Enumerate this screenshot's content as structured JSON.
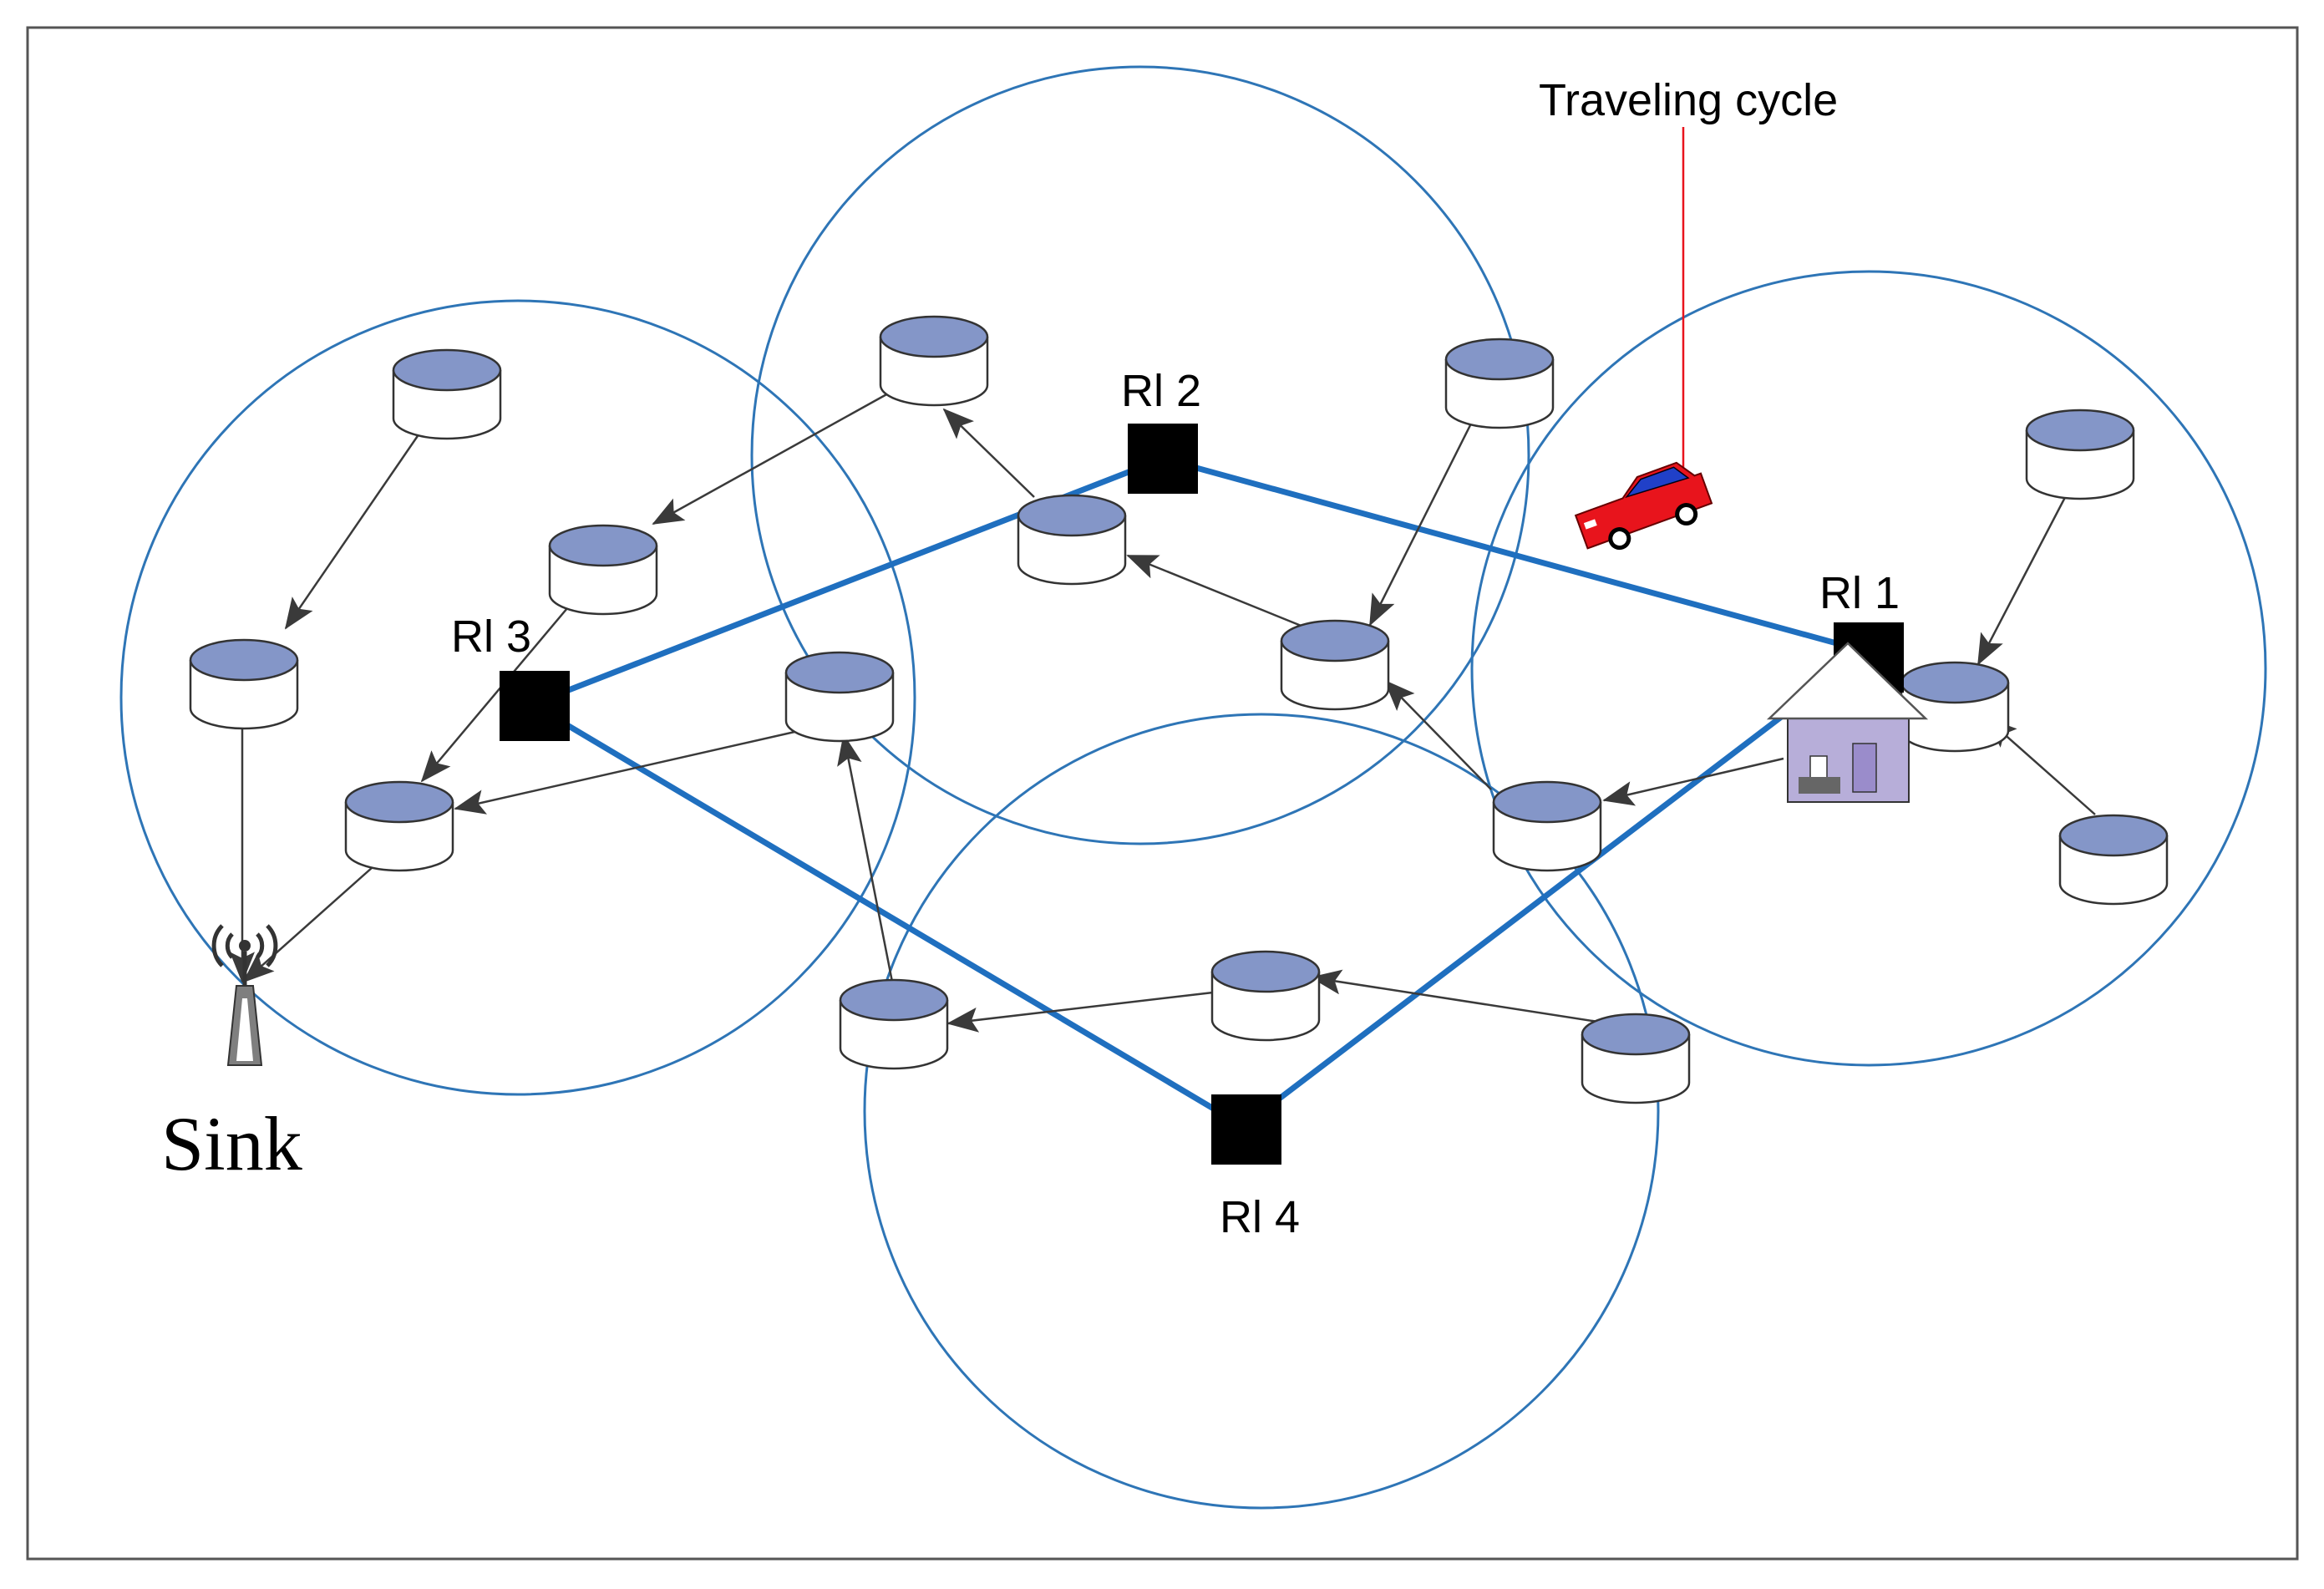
{
  "labels": {
    "traveling_cycle": "Traveling cycle",
    "sink": "Sink",
    "relay_1": "Rl 1",
    "relay_2": "Rl 2",
    "relay_3": "Rl 3",
    "relay_4": "Rl 4"
  },
  "colors": {
    "range_circle": "#2E75B6",
    "travel_path": "#1F6FBF",
    "callout_line": "#E8141C",
    "node_top": "#8496C8",
    "node_body": "#FFFFFF",
    "arrow": "#3A3A3A",
    "relay": "#000000",
    "vehicle": "#E8141C",
    "house_body": "#B7AED9"
  },
  "icons": {
    "sensor_node": "cylinder-node-icon",
    "relay_node": "black-square-relay-icon",
    "sink": "antenna-tower-icon",
    "vehicle": "car-icon",
    "house": "house-icon"
  }
}
